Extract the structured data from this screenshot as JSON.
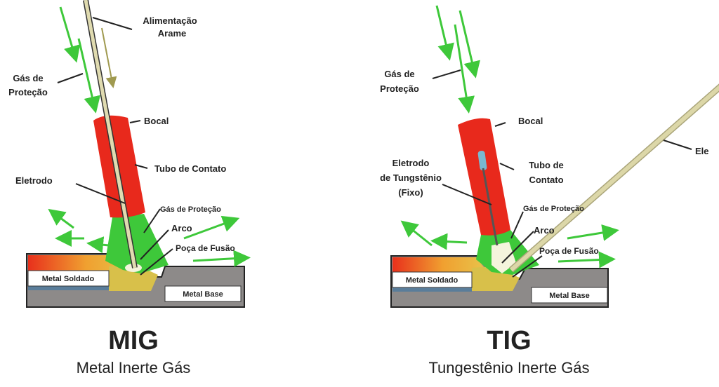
{
  "colors": {
    "nozzle": "#e8291c",
    "gas": "#3ec83a",
    "wire": "#d8d3a0",
    "base": "#8d8a89",
    "weld": "#d8c04a"
  },
  "mig": {
    "title": "MIG",
    "subtitle": "Metal Inerte Gás",
    "labels": {
      "wire_feed_1": "Alimentação",
      "wire_feed_2": "Arame",
      "shield_gas_1": "Gás de",
      "shield_gas_2": "Proteção",
      "nozzle": "Bocal",
      "contact_tube": "Tubo de Contato",
      "electrode": "Eletrodo",
      "shield_gas_low": "Gás de Proteção",
      "arc": "Arco",
      "weld_pool": "Poça de Fusão",
      "weld_metal": "Metal Soldado",
      "base_metal": "Metal Base"
    }
  },
  "tig": {
    "title": "TIG",
    "subtitle": "Tungestênio Inerte Gás",
    "labels": {
      "shield_gas_1": "Gás de",
      "shield_gas_2": "Proteção",
      "nozzle": "Bocal",
      "electrode_1": "Eletrodo",
      "electrode_2": "de Tungstênio",
      "electrode_3": "(Fixo)",
      "contact_tube_1": "Tubo de",
      "contact_tube_2": "Contato",
      "shield_gas_low": "Gás de Proteção",
      "arc": "Arco",
      "weld_pool": "Poça de Fusão",
      "weld_metal": "Metal Soldado",
      "base_metal": "Metal Base",
      "filler": "Ele"
    }
  }
}
